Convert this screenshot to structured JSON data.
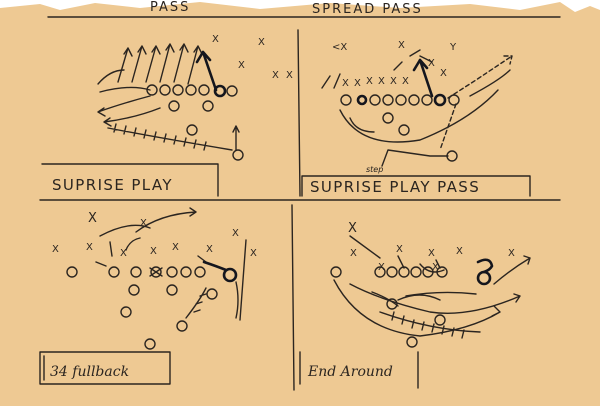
{
  "header": {
    "left_title": "PASS",
    "right_title": "SPREAD PASS"
  },
  "panels": [
    {
      "id": "top-left",
      "caption": "SUPRISE PLAY"
    },
    {
      "id": "top-right",
      "caption": "SUPRISE PLAY PASS",
      "note": "step"
    },
    {
      "id": "bottom-left",
      "caption": "34 fullback"
    },
    {
      "id": "bottom-right",
      "caption": "End Around"
    }
  ],
  "colors": {
    "paper": "#eec993",
    "ink": "#2b2520",
    "ink_bold": "#15161d"
  }
}
